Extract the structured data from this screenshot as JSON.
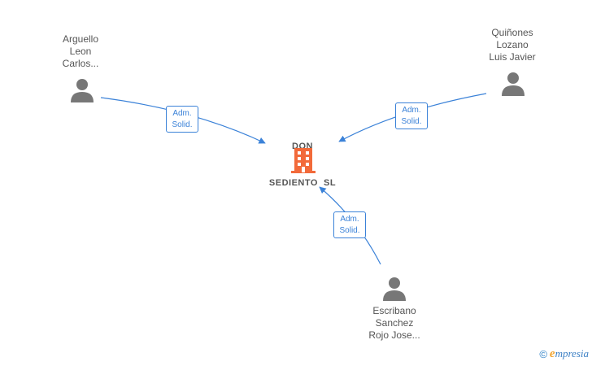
{
  "company": {
    "name_line1": "DON",
    "name_line2": "SEDIENTO  SL",
    "icon": "building-icon",
    "color": "#f26a3a"
  },
  "people": [
    {
      "line1": "Arguello",
      "line2": "Leon",
      "line3": "Carlos...",
      "icon": "person-icon",
      "role_line1": "Adm.",
      "role_line2": "Solid."
    },
    {
      "line1": "Quiñones",
      "line2": "Lozano",
      "line3": "Luis Javier",
      "icon": "person-icon",
      "role_line1": "Adm.",
      "role_line2": "Solid."
    },
    {
      "line1": "Escribano",
      "line2": "Sanchez",
      "line3": "Rojo Jose...",
      "icon": "person-icon",
      "role_line1": "Adm.",
      "role_line2": "Solid."
    }
  ],
  "footer": {
    "copyright_symbol": "©",
    "brand_initial": "e",
    "brand_rest": "mpresia"
  },
  "colors": {
    "edge": "#3b82d8",
    "person": "#777777",
    "text": "#555555"
  }
}
